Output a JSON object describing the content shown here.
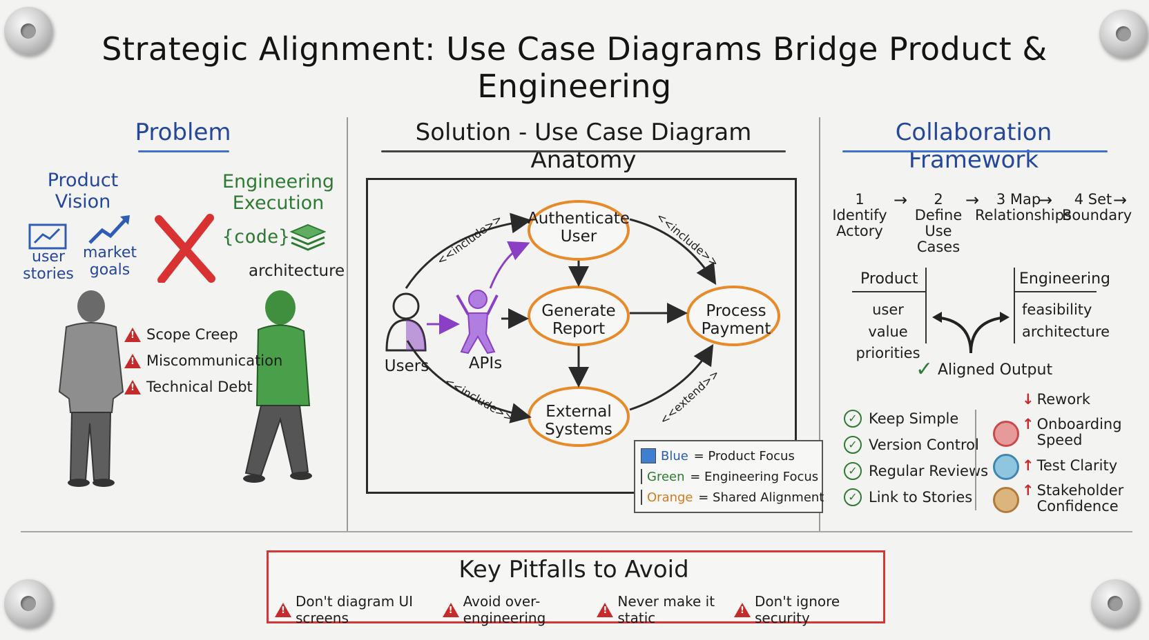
{
  "title": "Strategic Alignment: Use Case Diagrams Bridge Product & Engineering",
  "problem": {
    "heading": "Problem",
    "product_vision": "Product\nVision",
    "engineering_execution": "Engineering\nExecution",
    "user_stories": "user\nstories",
    "market_goals": "market\ngoals",
    "code": "{code}",
    "architecture": "architecture",
    "risks": [
      "Scope Creep",
      "Miscommunication",
      "Technical Debt"
    ]
  },
  "solution": {
    "heading": "Solution - Use Case Diagram Anatomy",
    "actors": {
      "users": "Users",
      "apis": "APIs"
    },
    "use_cases": {
      "authenticate": "Authenticate\nUser",
      "generate": "Generate\nReport",
      "process": "Process\nPayment",
      "external": "External\nSystems"
    },
    "relations": {
      "include_1": "<<include>>",
      "include_2": "<<include>>",
      "include_3": "<<include>>",
      "extend": "<<extend>>"
    },
    "legend": [
      {
        "color_word": "Blue",
        "rest": " = Product Focus",
        "color": "#3f7fd0"
      },
      {
        "color_word": "Green",
        "rest": " = Engineering Focus",
        "color": "#4ca84c"
      },
      {
        "color_word": "Orange",
        "rest": " = Shared Alignment",
        "color": "#e78a2a"
      }
    ]
  },
  "collaboration": {
    "heading": "Collaboration Framework",
    "steps": [
      "1 Identify\nActory",
      "2 Define\nUse\nCases",
      "3 Map\nRelationships",
      "4 Set\nBoundary"
    ],
    "product_label": "Product",
    "product_items": "user value\npriorities",
    "engineering_label": "Engineering",
    "engineering_items": "feasibility\narchitecture",
    "aligned_output": "Aligned Output",
    "practices": [
      "Keep Simple",
      "Version Control",
      "Regular Reviews",
      "Link to Stories"
    ],
    "outcomes": [
      {
        "dir": "down",
        "text": "Rework"
      },
      {
        "dir": "up",
        "text": "Onboarding\nSpeed"
      },
      {
        "dir": "up",
        "text": "Test Clarity"
      },
      {
        "dir": "up",
        "text": "Stakeholder\nConfidence"
      }
    ],
    "arrow_down": "↓",
    "arrow_up": "↑",
    "badge_colors": [
      "#c84a4a",
      "#3f86b0",
      "#b07a3a"
    ]
  },
  "pitfalls": {
    "heading": "Key Pitfalls to Avoid",
    "items": [
      "Don't diagram UI screens",
      "Avoid over-engineering",
      "Never make it static",
      "Don't ignore security"
    ]
  },
  "colors": {
    "blue": "#24479a",
    "green": "#2e7a32",
    "orange": "#e78a2a",
    "purple": "#8a3fc4",
    "red": "#d03838"
  }
}
